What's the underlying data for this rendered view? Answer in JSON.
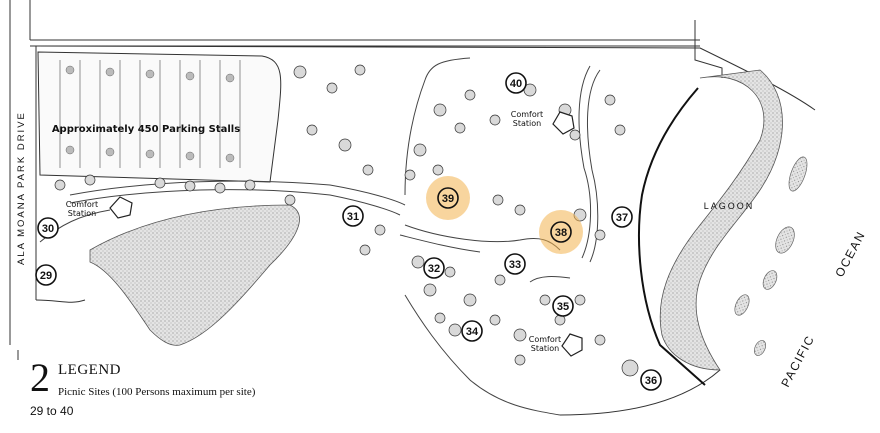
{
  "road_label": "ALA MOANA PARK DRIVE",
  "parking_label": "Approximately 450 Parking Stalls",
  "water_labels": {
    "lagoon": "LAGOON",
    "ocean_line1": "PACIFIC",
    "ocean_line2": "OCEAN"
  },
  "comfort_station_label_line1": "Comfort",
  "comfort_station_label_line2": "Station",
  "sites": [
    {
      "number": "29",
      "highlighted": false
    },
    {
      "number": "30",
      "highlighted": false
    },
    {
      "number": "31",
      "highlighted": false
    },
    {
      "number": "32",
      "highlighted": false
    },
    {
      "number": "33",
      "highlighted": false
    },
    {
      "number": "34",
      "highlighted": false
    },
    {
      "number": "35",
      "highlighted": false
    },
    {
      "number": "36",
      "highlighted": false
    },
    {
      "number": "37",
      "highlighted": false
    },
    {
      "number": "38",
      "highlighted": true
    },
    {
      "number": "39",
      "highlighted": true
    },
    {
      "number": "40",
      "highlighted": false
    }
  ],
  "legend": {
    "number": "2",
    "title": "LEGEND",
    "description": "Picnic Sites (100 Persons  maximum per site)",
    "range": "29 to 40"
  },
  "colors": {
    "highlight": "#f2b24f",
    "line": "#333333",
    "sand": "#cfcfcf"
  }
}
